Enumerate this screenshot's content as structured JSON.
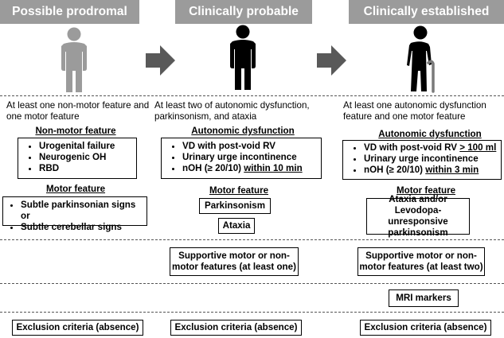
{
  "columns": [
    {
      "header": "Possible prodromal",
      "criteria": "At least one non-motor feature and one motor feature",
      "nonmotor_label": "Non-motor feature",
      "nonmotor_items": [
        "Urogenital failure",
        "Neurogenic OH",
        "RBD"
      ],
      "motor_label": "Motor feature",
      "motor_items": [
        "Subtle parkinsonian signs or",
        "Subtle cerebellar signs"
      ],
      "exclusion": "Exclusion criteria (absence)"
    },
    {
      "header": "Clinically probable",
      "criteria": "At least two of autonomic dysfunction, parkinsonism, and ataxia",
      "autonomic_label": "Autonomic dysfunction",
      "autonomic_items": [
        "VD with post-void RV",
        "Urinary urge incontinence"
      ],
      "noh_text": "nOH (≥ 20/10) ",
      "noh_underlined": "within 10 min",
      "motor_label": "Motor feature",
      "motor_boxes": [
        "Parkinsonism",
        "Ataxia"
      ],
      "supportive": "Supportive motor or non-motor features (at least one)",
      "exclusion": "Exclusion criteria (absence)"
    },
    {
      "header": "Clinically established",
      "criteria": "At least one autonomic dysfunction feature and one motor feature",
      "autonomic_label": "Autonomic dysfunction",
      "vd_text": "VD with post-void RV ",
      "vd_underlined": "> 100 ml",
      "urinary": "Urinary urge incontinence",
      "noh_text": "nOH (≥ 20/10) ",
      "noh_underlined": "within 3 min",
      "motor_label": "Motor feature",
      "motor_box": "Ataxia and/or Levodopa-unresponsive parkinsonism",
      "supportive": "Supportive motor or non-motor features (at least two)",
      "mri": "MRI markers",
      "exclusion": "Exclusion criteria (absence)"
    }
  ],
  "colors": {
    "header_bg": "#9b9b9b",
    "figure_prodromal": "#9b9b9b",
    "figure_probable": "#000000",
    "figure_established": "#000000",
    "cane": "#7a7a7a",
    "arrow": "#595959"
  },
  "icons": [
    "person-gray-icon",
    "person-black-icon",
    "elderly-person-cane-icon",
    "arrow-right-icon"
  ]
}
